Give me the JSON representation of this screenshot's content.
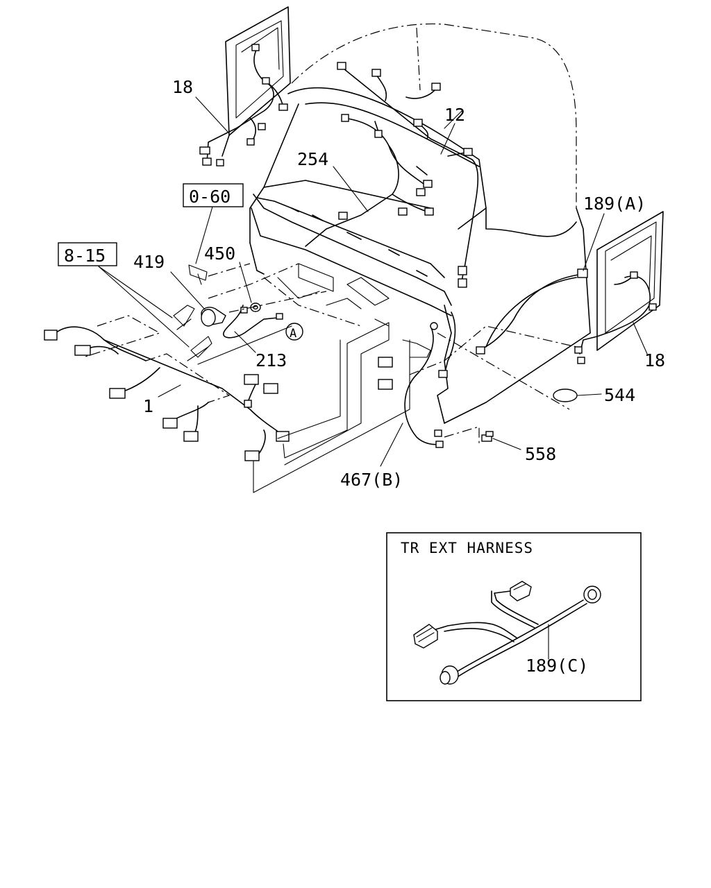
{
  "labels": {
    "door_left": "18",
    "main_harness": "12",
    "dash_harness": "254",
    "ref_box_0_60": "0-60",
    "ref_box_8_15": "8-15",
    "bolt": "419",
    "grommet": "450",
    "chassis_harness_a": "189(A)",
    "clip_a": "A",
    "link_harness": "213",
    "door_right": "18",
    "front_harness": "1",
    "plug": "544",
    "clip": "558",
    "harness_b": "467(B)"
  },
  "inset": {
    "title": "TR EXT HARNESS",
    "part_label": "189(C)"
  }
}
